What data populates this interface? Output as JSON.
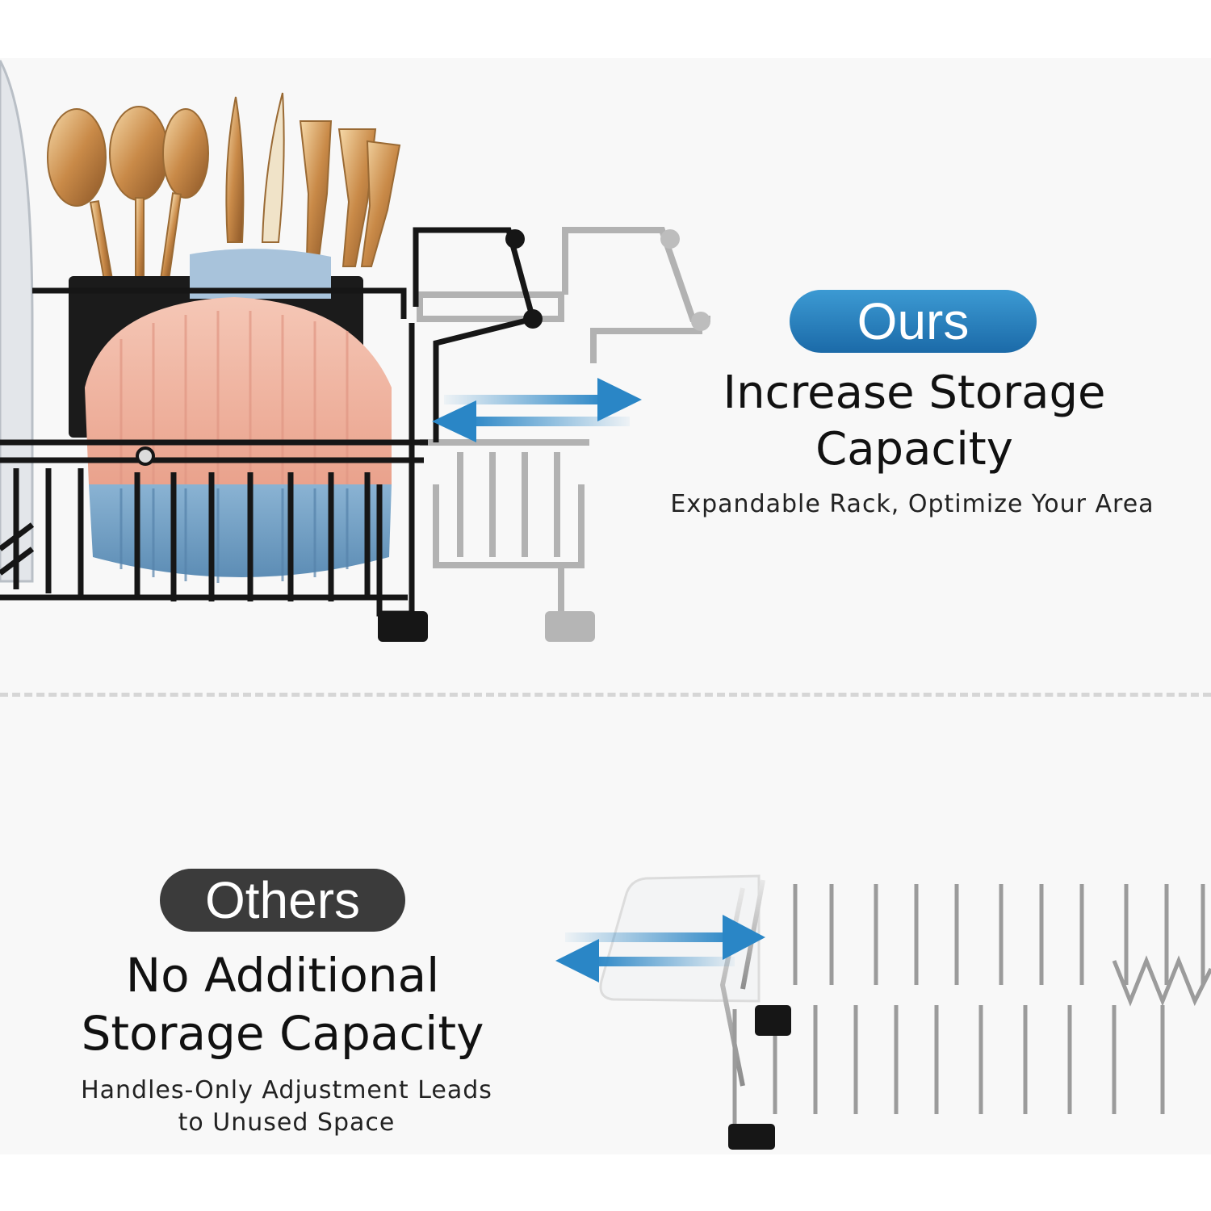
{
  "ours": {
    "badge": "Ours",
    "heading_line1": "Increase Storage",
    "heading_line2": "Capacity",
    "subtitle": "Expandable Rack, Optimize Your Area"
  },
  "others": {
    "badge": "Others",
    "heading_line1": "No Additional",
    "heading_line2": "Storage Capacity",
    "subtitle_line1": "Handles-Only Adjustment Leads",
    "subtitle_line2": "to Unused Space"
  },
  "colors": {
    "accent_blue": "#2a86c6",
    "dark_badge": "#3b3b3b",
    "rack_black": "#161616",
    "bowl_pink": "#f2b3a2",
    "bowl_blue": "#6f9fc4",
    "utensil_gold": "#d8a56a"
  }
}
